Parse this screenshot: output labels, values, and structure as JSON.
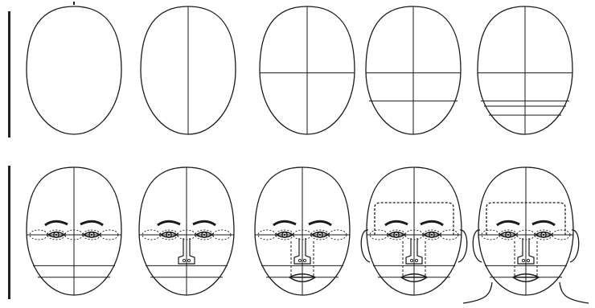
{
  "image": {
    "content": "face-proportions-drawing-steps",
    "rows": [
      {
        "id": "row-1",
        "steps": [
          "blank-oval",
          "vertical-midline",
          "horizontal-midline",
          "nose-line",
          "mouth-and-chin-lines"
        ]
      },
      {
        "id": "row-2",
        "steps": [
          "eyes-and-brows",
          "nose",
          "mouth-and-guides",
          "ears-and-hairline",
          "neck"
        ]
      }
    ],
    "colors": {
      "line": "#1a1a1a",
      "background": "#ffffff"
    }
  }
}
